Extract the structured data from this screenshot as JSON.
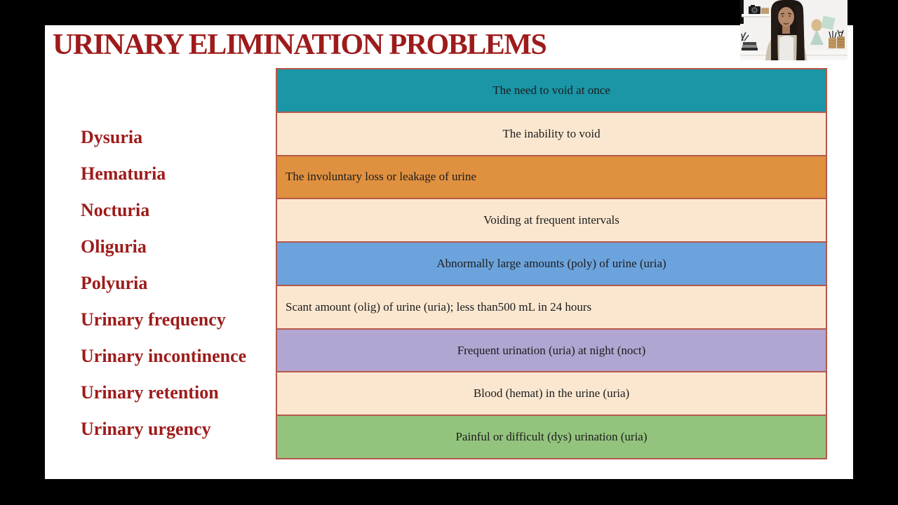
{
  "slide": {
    "title": "URINARY ELIMINATION PROBLEMS",
    "title_color": "#9e1b1b",
    "terms_color": "#9e1b1b",
    "background": "#ffffff"
  },
  "terms": [
    "Dysuria",
    "Hematuria",
    "Nocturia",
    "Oliguria",
    "Polyuria",
    "Urinary frequency",
    "Urinary incontinence",
    "Urinary retention",
    "Urinary urgency"
  ],
  "definitions": {
    "border_color": "#b4584a",
    "text_color": "#1c1c1c",
    "rows": [
      {
        "text": "The need to void at once",
        "color": "#1a96a6",
        "align": "center"
      },
      {
        "text": "The inability to void",
        "color": "#fbe7d0",
        "align": "center"
      },
      {
        "text": "The involuntary loss or leakage of urine",
        "color": "#e0913f",
        "align": "left"
      },
      {
        "text": "Voiding at frequent intervals",
        "color": "#fbe7d0",
        "align": "center"
      },
      {
        "text": "Abnormally large amounts (poly) of urine (uria)",
        "color": "#6ca3dc",
        "align": "center"
      },
      {
        "text": "Scant amount (olig) of urine (uria); less than500 mL in 24 hours",
        "color": "#fbe7d0",
        "align": "left"
      },
      {
        "text": "Frequent urination (uria) at night (noct)",
        "color": "#b1a5d1",
        "align": "center"
      },
      {
        "text": "Blood (hemat) in the urine (uria)",
        "color": "#fbe7d0",
        "align": "center"
      },
      {
        "text": "Painful or difficult (dys) urination (uria)",
        "color": "#93c47d",
        "align": "center"
      }
    ]
  }
}
